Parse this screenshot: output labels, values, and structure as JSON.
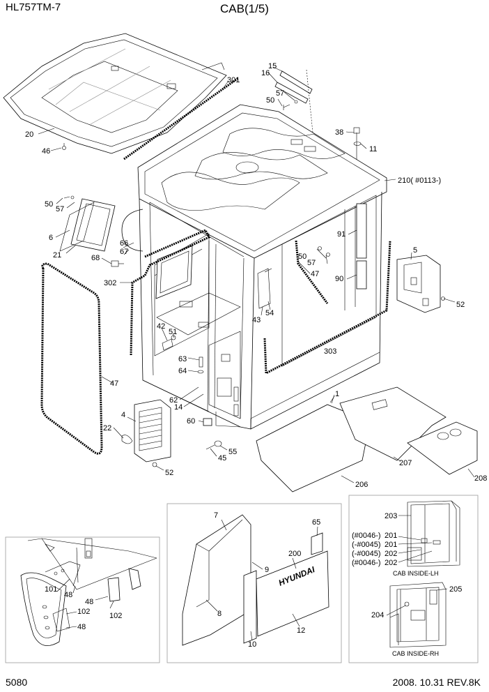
{
  "header": {
    "model": "HL757TM-7",
    "title": "CAB(1/5)"
  },
  "footer": {
    "page": "5080",
    "revision": "2008. 10.31  REV.8K"
  },
  "callouts": {
    "c15": "15",
    "c16": "16",
    "c57a": "57",
    "c50a": "50",
    "c301": "301",
    "c20": "20",
    "c46": "46",
    "c38": "38",
    "c11": "11",
    "c210": "210(  #0113-)",
    "c50b": "50",
    "c57b": "57",
    "c6": "6",
    "c21": "21",
    "c66": "66",
    "c67": "67",
    "c68": "68",
    "c91": "91",
    "c5": "5",
    "c50c": "50",
    "c57c": "57",
    "c47a": "47",
    "c90": "90",
    "c302": "302",
    "c43": "43",
    "c54": "54",
    "c52a": "52",
    "c42": "42",
    "c51": "51",
    "c303": "303",
    "c63": "63",
    "c64": "64",
    "c47b": "47",
    "c1": "1",
    "c62": "62",
    "c14": "14",
    "c4": "4",
    "c60": "60",
    "c22": "22",
    "c45": "45",
    "c55": "55",
    "c52b": "52",
    "c207": "207",
    "c206": "206",
    "c208": "208"
  },
  "inset_left": {
    "c101": "101",
    "c48a": "48",
    "c48b": "48",
    "c102a": "102",
    "c102b": "102",
    "c48c": "48"
  },
  "inset_middle": {
    "c7": "7",
    "c65": "65",
    "c200": "200",
    "c9": "9",
    "c8": "8",
    "c10": "10",
    "c12": "12",
    "brand": "HYUNDAI"
  },
  "inset_right": {
    "c203": "203",
    "r1": "(#0046-)",
    "r1n": "201",
    "r2": "(-#0045)",
    "r2n": "201",
    "r3": "(-#0045)",
    "r3n": "202",
    "r4": "(#0046-)",
    "r4n": "202",
    "lh_caption": "CAB INSIDE-LH",
    "c205": "205",
    "c204": "204",
    "rh_caption": "CAB INSIDE-RH"
  }
}
